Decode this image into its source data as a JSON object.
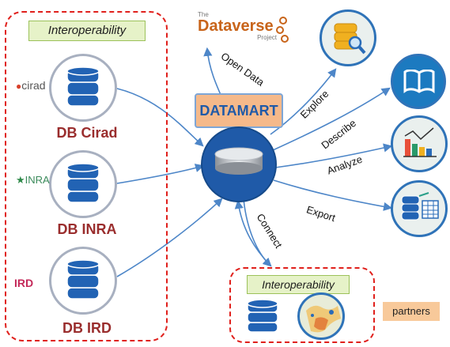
{
  "left_panel": {
    "interop_label": "Interoperability",
    "databases": [
      {
        "label": "DB Cirad",
        "logo_text": "cirad"
      },
      {
        "label": "DB INRA",
        "logo_text": "INRA"
      },
      {
        "label": "DB IRD",
        "logo_text": "IRD"
      }
    ]
  },
  "center": {
    "title": "DATAMART"
  },
  "dataverse": {
    "small": "The",
    "name": "Dataverse",
    "sub": "Project"
  },
  "flows": {
    "open_data": "Open Data",
    "explore": "Explore",
    "describe": "Describe",
    "analyze": "Analyze",
    "export": "Export",
    "connect": "Connect"
  },
  "bottom_panel": {
    "interop_label": "Interoperability",
    "partners": "partners"
  },
  "icons": {
    "explore": "database-search-icon",
    "describe": "book-icon",
    "analyze": "bar-chart-icon",
    "export": "database-table-icon"
  },
  "colors": {
    "dashed_border": "#e0201c",
    "interop_fill": "#e6f2c8",
    "datamart_fill": "#f5b98a",
    "datamart_text": "#1f5aa8",
    "hub_fill": "#1f5aa8",
    "db_label": "#9a2d2d",
    "partners_fill": "#f8c99a"
  }
}
